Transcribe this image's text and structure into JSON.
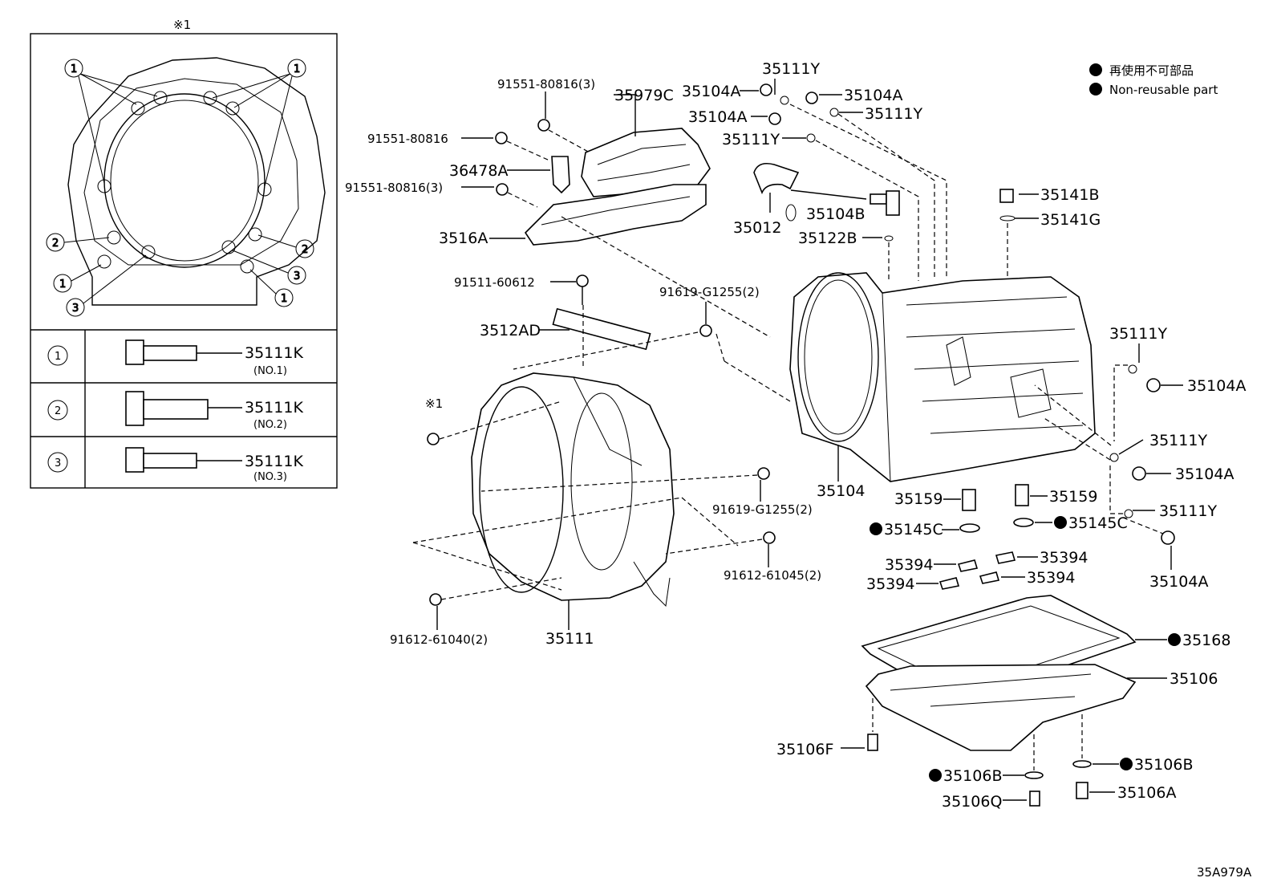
{
  "legend": {
    "jp": "再使用不可部品",
    "en": "Non-reusable part"
  },
  "diagram_code": "35A979A",
  "inset": {
    "title": "※1",
    "callouts": [
      "1",
      "2",
      "3"
    ],
    "table": [
      {
        "num": "1",
        "part": "35111K",
        "sub": "(NO.1)"
      },
      {
        "num": "2",
        "part": "35111K",
        "sub": "(NO.2)"
      },
      {
        "num": "3",
        "part": "35111K",
        "sub": "(NO.3)"
      }
    ]
  },
  "labels": {
    "p91551_80816_3_top": "91551-80816(3)",
    "p35979C": "35979C",
    "p91551_80816": "91551-80816",
    "p36478A": "36478A",
    "p91551_80816_3_left": "91551-80816(3)",
    "p3516A": "3516A",
    "p91511_60612": "91511-60612",
    "p91619_G1255_2_top": "91619-G1255(2)",
    "p3512AD": "3512AD",
    "p_ref1": "※1",
    "p91619_G1255_2_mid": "91619-G1255(2)",
    "p91612_61045_2": "91612-61045(2)",
    "p91612_61040_2": "91612-61040(2)",
    "p35111": "35111",
    "p35111Y_top": "35111Y",
    "p35104A_tl": "35104A",
    "p35104A_tr": "35104A",
    "p35111Y_tr": "35111Y",
    "p35104A_ml": "35104A",
    "p35111Y_ml": "35111Y",
    "p35012": "35012",
    "p35104B": "35104B",
    "p35122B": "35122B",
    "p35141B": "35141B",
    "p35141G": "35141G",
    "p35104": "35104",
    "p35111Y_r1": "35111Y",
    "p35104A_r1": "35104A",
    "p35111Y_r2": "35111Y",
    "p35104A_r2": "35104A",
    "p35111Y_r3": "35111Y",
    "p35104A_r3": "35104A",
    "p35159_l": "35159",
    "p35159_r": "35159",
    "p35145C_l": "35145C",
    "p35145C_r": "35145C",
    "p35394_a": "35394",
    "p35394_b": "35394",
    "p35394_c": "35394",
    "p35394_d": "35394",
    "p35168": "35168",
    "p35106": "35106",
    "p35106F": "35106F",
    "p35106B_l": "35106B",
    "p35106B_r": "35106B",
    "p35106Q": "35106Q",
    "p35106A": "35106A"
  }
}
